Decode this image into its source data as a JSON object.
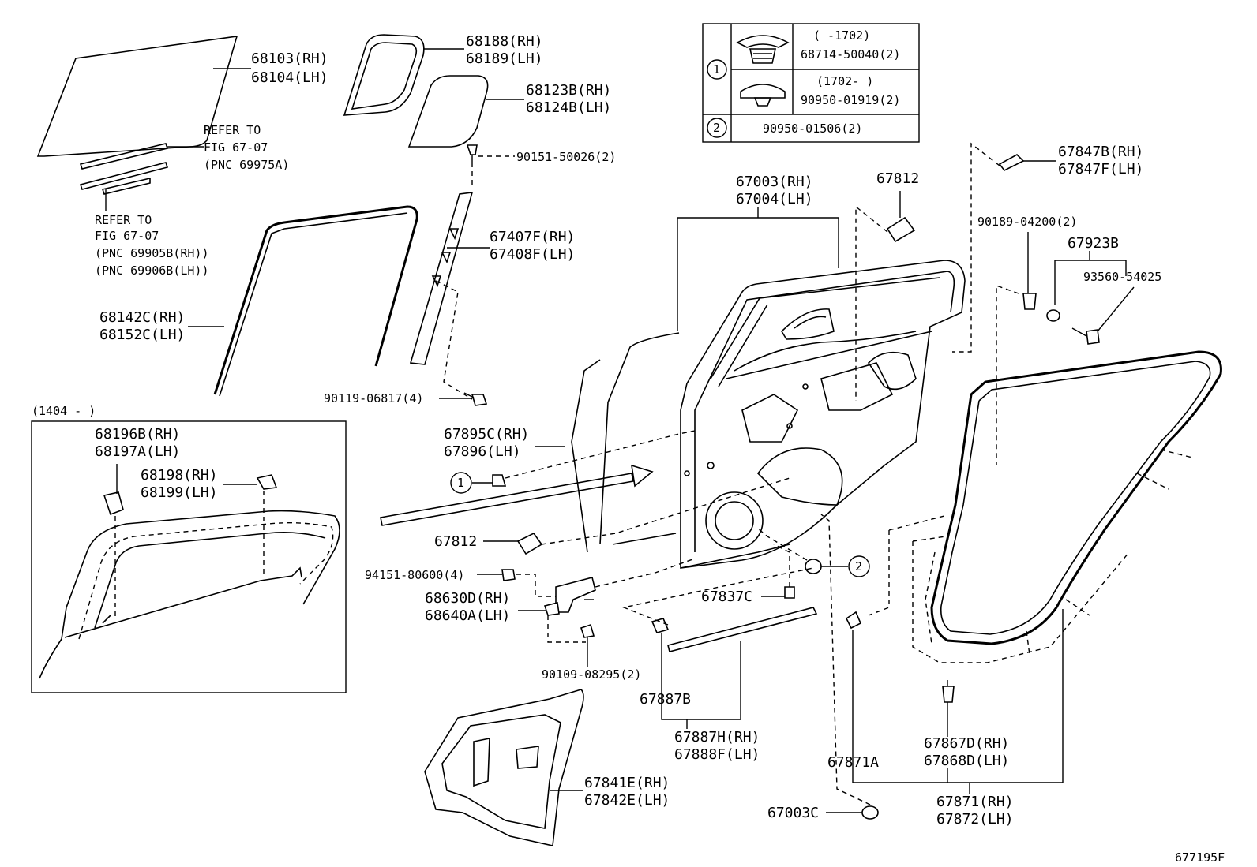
{
  "labels": {
    "glass": [
      "68103(RH)",
      "68104(LH)"
    ],
    "quarter_seal": [
      "68188(RH)",
      "68189(LH)"
    ],
    "quarter_glass": [
      "68123B(RH)",
      "68124B(LH)"
    ],
    "refer1": [
      "REFER TO",
      "FIG 67-07",
      "(PNC 69975A)"
    ],
    "refer2": [
      "REFER TO",
      "FIG 67-07",
      "(PNC 69905B(RH))",
      "(PNC 69906B(LH))"
    ],
    "clip_90151": "90151-50026(2)",
    "channel": [
      "67407F(RH)",
      "67408F(LH)"
    ],
    "run": [
      "68142C(RH)",
      "68152C(LH)"
    ],
    "bolt_90119": "90119-06817(4)",
    "panel": [
      "67003(RH)",
      "67004(LH)"
    ],
    "pad_67812_top": "67812",
    "pad_67812_bottom": "67812",
    "cover_top": [
      "67847B(RH)",
      "67847F(LH)"
    ],
    "screw_90189": "90189-04200(2)",
    "set_67923": "67923B",
    "screw_93560": "93560-54025",
    "weather": [
      "67895C(RH)",
      "67896(LH)"
    ],
    "circle1": "1",
    "circle2": "2",
    "nut_94151": "94151-80600(4)",
    "hinge": [
      "68630D(RH)",
      "68640A(LH)"
    ],
    "clip_67837": "67837C",
    "bolt_90109": "90109-08295(2)",
    "clip_67887": "67887B",
    "moulding": [
      "67887H(RH)",
      "67888F(LH)"
    ],
    "clip_67871": "67871A",
    "clip_67867": [
      "67867D(RH)",
      "67868D(LH)"
    ],
    "seal": [
      "67871(RH)",
      "67872(LH)"
    ],
    "cover_67841": [
      "67841E(RH)",
      "67842E(LH)"
    ],
    "plug_67003": "67003C",
    "fig_id": "677195F"
  },
  "inset": {
    "date": "(1404 -      )",
    "trim1": [
      "68196B(RH)",
      "68197A(LH)"
    ],
    "trim2": [
      "68198(RH)",
      "68199(LH)"
    ]
  },
  "legend": {
    "row1_num": "1",
    "row1_range_a": "(      -1702)",
    "row1_part_a": "68714-50040(2)",
    "row1_range_b": "(1702-      )",
    "row1_part_b": "90950-01919(2)",
    "row2_num": "2",
    "row2_part": "90950-01506(2)"
  }
}
